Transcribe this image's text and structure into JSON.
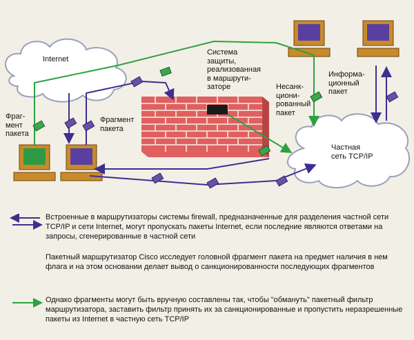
{
  "diagram": {
    "labels": {
      "internet": "Internet",
      "firewall": "Система\nзащиты,\nреализованная\nв маршрути-\nзаторе",
      "fragment_left": "Фраг-\nмент\nпакета",
      "fragment_mid": "Фрагмент\nпакета",
      "unsanctioned": "Несанк-\nциони-\nрованный\nпакет",
      "info_packet": "Информа-\nционный\nпакет",
      "private_net": "Частная\nсеть TCP/IP"
    }
  },
  "legend": {
    "items": [
      {
        "type": "double-arrow",
        "text": "Встроенные в маршрутизаторы системы firewall, предназначенные для разделения частной сети TCP/IP и сети Internet, могут пропускать пакеты Internet, если последние являются ответами на запросы, сгенерированные в частной сети"
      },
      {
        "type": "none",
        "text": "Пакетный маршрутизатор Cisco исследует головной фрагмент пакета на предмет наличия в нем флага и на этом основании делает вывод о санкционированности последующих фрагментов"
      },
      {
        "type": "green-arrow",
        "text": "Однако фрагменты могут быть вручную составлены так, чтобы \"обмануть\" пакетный фильтр маршрутизатора, заставить фильтр принять их за санкционированные и пропустить неразрешенные пакеты из Internet в частную сеть TCP/IP"
      }
    ]
  },
  "colors": {
    "background": "#f2efe6",
    "cloud_fill": "#ffffff",
    "cloud_stroke": "#9aa0b8",
    "brick": "#e06060",
    "mortar": "#f0d0c8",
    "arrow_blue": "#3b2f8f",
    "arrow_green": "#2fa040",
    "packet_purple": "#6a4fa8",
    "packet_green": "#3aa84a",
    "computer_body": "#c98a2a",
    "screen_green": "#2f9a44",
    "screen_purple": "#5a3fa0"
  }
}
